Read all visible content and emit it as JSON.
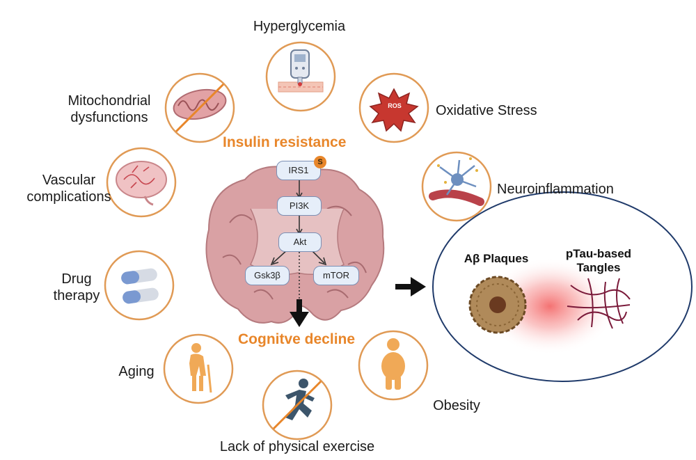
{
  "factors": {
    "hyperglycemia": "Hyperglycemia",
    "oxidative_stress": "Oxidative Stress",
    "mito_line1": "Mitochondrial",
    "mito_line2": "dysfunctions",
    "neuroinflammation": "Neuroinflammation",
    "vascular_line1": "Vascular",
    "vascular_line2": "complications",
    "drug_line1": "Drug",
    "drug_line2": "therapy",
    "aging": "Aging",
    "obesity": "Obesity",
    "exercise": "Lack of physical exercise"
  },
  "center": {
    "insulin_resistance": "Insulin resistance",
    "cognitive_decline": "Cognitve decline",
    "s_badge": "S",
    "pathway": {
      "irs1": "IRS1",
      "pi3k": "PI3K",
      "akt": "Akt",
      "gsk3b": "Gsk3β",
      "mtor": "mTOR"
    }
  },
  "ros_label": "ROS",
  "outcome": {
    "plaques": "Aβ Plaques",
    "tangles_line1": "pTau-based",
    "tangles_line2": "Tangles"
  },
  "colors": {
    "accent_orange": "#e8862a",
    "circle_border": "#e09a55",
    "brain_pink": "#d9a1a4",
    "pill_fill": "#e6eef9"
  }
}
